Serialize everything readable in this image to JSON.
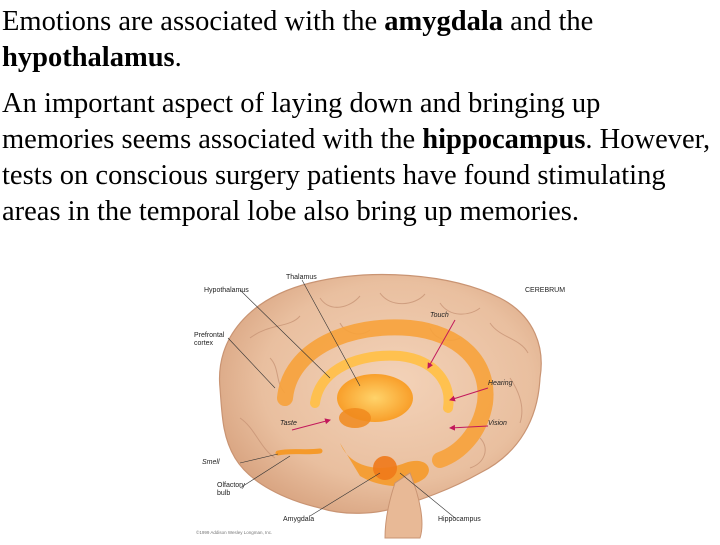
{
  "paragraph1": {
    "t1": "Emotions are associated with the ",
    "b1": "amygdala",
    "t2": " and the ",
    "b2": "hypothalamus",
    "t3": "."
  },
  "paragraph2": {
    "t1": "An important aspect of laying down and bringing up memories seems associated with the ",
    "b1": "hippocampus",
    "t2": ". However, tests on conscious surgery patients have found stimulating areas in the temporal lobe also bring up memories."
  },
  "figure": {
    "labels": {
      "hypothalamus": "Hypothalamus",
      "thalamus": "Thalamus",
      "cerebrum": "CEREBRUM",
      "prefrontal": "Prefrontal\ncortex",
      "touch": "Touch",
      "hearing": "Hearing",
      "taste": "Taste",
      "vision": "Vision",
      "smell": "Smell",
      "olfactory": "Olfactory\nbulb",
      "amygdala": "Amygdala",
      "hippocampus": "Hippocampus"
    },
    "copyright": "©1999 Addison Wesley Longman, Inc.",
    "colors": {
      "brain": "#ecc3a4",
      "limbic": "#f59a2a",
      "arrow": "#c2185b"
    }
  }
}
